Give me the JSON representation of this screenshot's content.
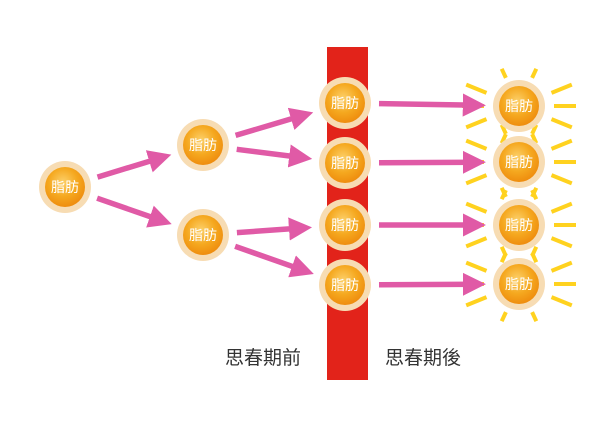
{
  "cell_label": "脂肪",
  "labels": {
    "before": "思春期前",
    "after": "思春期後"
  },
  "colors": {
    "background": "#ffffff",
    "divider_bar": "#e2231a",
    "arrow": "#e05aa6",
    "cell_rim": "#f7dcb3",
    "cell_core": "#f39a16",
    "cell_core_light": "#fcd06a",
    "glow_rays": "#ffd21f",
    "cell_text": "#ffffff",
    "label_text": "#333333"
  },
  "diagram": {
    "cells": [
      {
        "id": "gen1",
        "generation": 1,
        "glow": false
      },
      {
        "id": "gen2-top",
        "generation": 2,
        "glow": false
      },
      {
        "id": "gen2-bottom",
        "generation": 2,
        "glow": false
      },
      {
        "id": "gen3-1",
        "generation": 3,
        "glow": false
      },
      {
        "id": "gen3-2",
        "generation": 3,
        "glow": false
      },
      {
        "id": "gen3-3",
        "generation": 3,
        "glow": false
      },
      {
        "id": "gen3-4",
        "generation": 3,
        "glow": false
      },
      {
        "id": "grown-1",
        "generation": 4,
        "glow": true
      },
      {
        "id": "grown-2",
        "generation": 4,
        "glow": true
      },
      {
        "id": "grown-3",
        "generation": 4,
        "glow": true
      },
      {
        "id": "grown-4",
        "generation": 4,
        "glow": true
      }
    ],
    "arrows": [
      {
        "from": "gen1",
        "to": "gen2-top"
      },
      {
        "from": "gen1",
        "to": "gen2-bottom"
      },
      {
        "from": "gen2-top",
        "to": "gen3-1"
      },
      {
        "from": "gen2-top",
        "to": "gen3-2"
      },
      {
        "from": "gen2-bottom",
        "to": "gen3-3"
      },
      {
        "from": "gen2-bottom",
        "to": "gen3-4"
      },
      {
        "from": "gen3-1",
        "to": "grown-1"
      },
      {
        "from": "gen3-2",
        "to": "grown-2"
      },
      {
        "from": "gen3-3",
        "to": "grown-3"
      },
      {
        "from": "gen3-4",
        "to": "grown-4"
      }
    ]
  }
}
